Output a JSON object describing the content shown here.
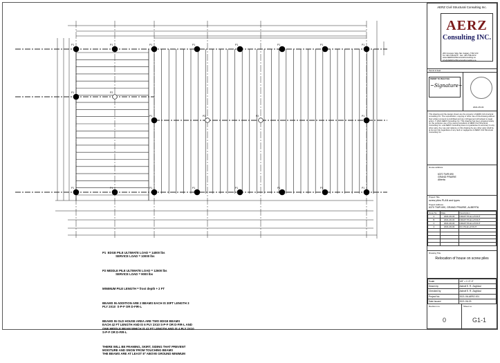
{
  "plan": {
    "pile_labels": [
      "P1",
      "P1",
      "P1",
      "P1",
      "P1",
      "P1",
      "P1",
      "P1",
      "P1",
      "P2",
      "P1",
      "P2",
      "P2",
      "P1",
      "P1",
      "P1",
      "P1",
      "P1",
      "P1",
      "P1",
      "P1",
      "P1"
    ]
  },
  "notes": [
    "P1  EDGE PILE ULTIMATE LOAD = 14000 lbs\n                SERVICE LOAD = 10000 lbs",
    "P2 MIDDLE PILE ULTIMATE LOAD = 12600 lbs\n                SERVICE LOAD = 9000 lbs",
    "MINIMUM PILE LENGTH = frost depth + 2 FT",
    "BEAMS IN ADDITION ARE 2 BEAMS EACH IS 30FT LENGTH 3\nPLY 2X10  S-P-F OR D-FIR-L",
    "BEAMS IN OLD HOUSE AREA ARE TWO EDGE BEAMS\nEACH 42 FT LENGTH AND IS 6 PLY 2X10 S-P-F OR D-FIR-L AND\nONE MIDDLE BEAM WHICH IS 42 FT LENGTH AND IS 4 PLY 2X10\nS-P-F OR D-FIR-L",
    "THERE WILL BE FRAMING, SKIRT, SIDING THAT PREVENT\nMOISTURE AND SNOW FROM TOUCHING BEAMS\nTHE BEAMS ARE AT LEAST 8\" ABOVE GROUND MINIMUM"
  ],
  "title_block": {
    "company": "AERZ Civil Structural Consulting Inc.",
    "logo_line1": "AERZ",
    "logo_line2": "Consulting INC.",
    "address": "206 Cranston Way SE, Calgary, T3M 1X3\nTel: 403-708-0275   Fax: 403-708-0472\nwww.AERZcivilStructuralConsulting.ca\ninfo@AERZcivilStructuralConsulting.ca",
    "permit_label": "Permit & Seal",
    "permit_stamp": "PERMIT TO PRACTICE",
    "seal_date": "2021-05-03",
    "disclaimer": "This drawing and the design shown are the property of AERZ civil structural consulting Inc. The reproduction, copying or other use of this drawing without their written consent is prohibited and any infringement will subject to legal action. © 2021 AERZ Consulting Inc. This drawing has been prepared solely for the exclusive use of the owner/consultant of AERZ Civil Structural Consulting Inc. and AERZ Consulting does not guarantee its accuracy to any other party. Any use and reliance on this drawing by any other party shall be at its own risk regardless of any fault or negligence of AERZ Civil Structural Consulting Inc.",
    "house_address_label": "House address:",
    "house_address": "6370 TWR 690\nGRAND PRAIRIE\nAlberta",
    "project_title_label": "Project Title",
    "project_title": "screw piles PLAN and types",
    "project_address_label": "Project Address",
    "project_address": "6370 TWR 690, GRAND PRAIRIE, ALBERTA",
    "revisions_header": [
      "Issue No.",
      "Date",
      "Description"
    ],
    "revisions": [
      [
        "A",
        "2021-06-03",
        "DRAFT PILE LAYOUT"
      ],
      [
        "B",
        "2021-06-03",
        "DRAFT PILE LAYOUT"
      ],
      [
        "C",
        "2021-06-03",
        "DRAFT PILE LAYOUT"
      ],
      [
        "0",
        "2021-06-03",
        "IFC PILE LAYOUT"
      ]
    ],
    "drawing_title_label": "Drawing Title",
    "drawing_title": "Relocation of house on screw piles",
    "info": [
      [
        "Scale",
        "1/8\" = 1'-0\"-0\""
      ],
      [
        "Drawn by",
        "Ashraf E. R. Zaghloul"
      ],
      [
        "Checked by",
        "Ashraf E. R. Zaghloul"
      ],
      [
        "Project No.",
        "2021-06-AERZ-001"
      ],
      [
        "Date issued",
        "2021-06-03"
      ]
    ],
    "revision_no_label": "Revision no.",
    "revision_no": "0",
    "sheet_no_label": "Sheet no.",
    "sheet_no": "G1-1"
  }
}
